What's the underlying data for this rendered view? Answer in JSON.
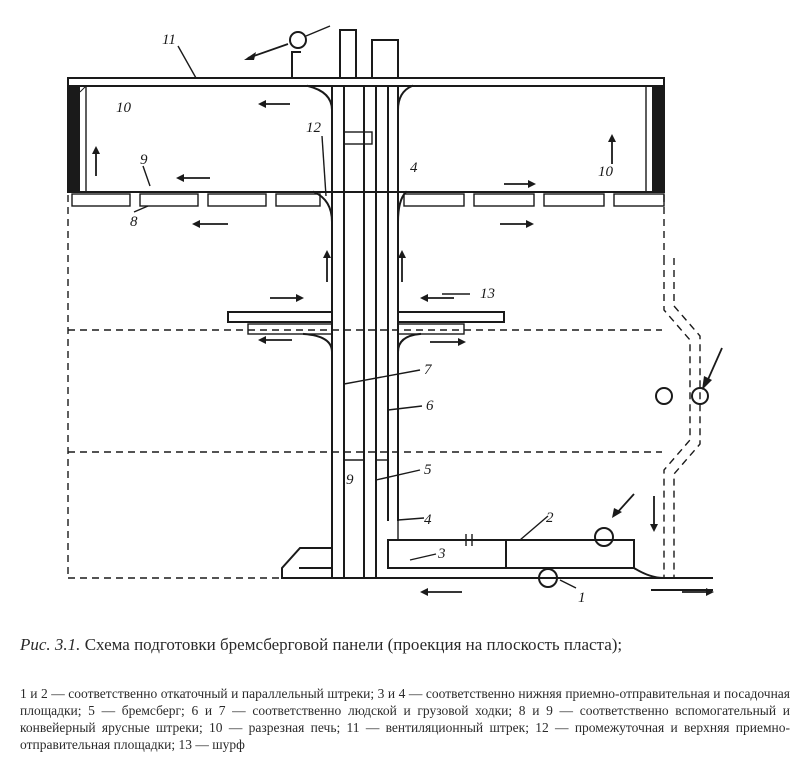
{
  "figure": {
    "caption_label": "Рис. 3.1.",
    "caption_text": " Схема подготовки бремсберговой панели (проекция на плоскость пласта);",
    "legend": "1 и 2 — соответственно откаточный и параллельный штреки; 3 и 4 — соответственно нижняя приемно-отправительная и посадочная площадки; 5 — бремсберг; 6 и 7 — соответственно людской и грузовой ходки; 8 и 9 — соответственно вспомогательный и конвейерный ярусные штреки; 10 — разрезная печь; 11 — вентиляционный штрек; 12 — промежуточная и верхняя приемно-отправительная площадки; 13 — шурф"
  },
  "labels": {
    "n1": "1",
    "n2": "2",
    "n3": "3",
    "n4_top": "4",
    "n4_bottom": "4",
    "n5": "5",
    "n6": "6",
    "n7": "7",
    "n8": "8",
    "n9_top": "9",
    "n9_bottom": "9",
    "n10_left": "10",
    "n10_right": "10",
    "n11": "11",
    "n12": "12",
    "n13": "13"
  }
}
